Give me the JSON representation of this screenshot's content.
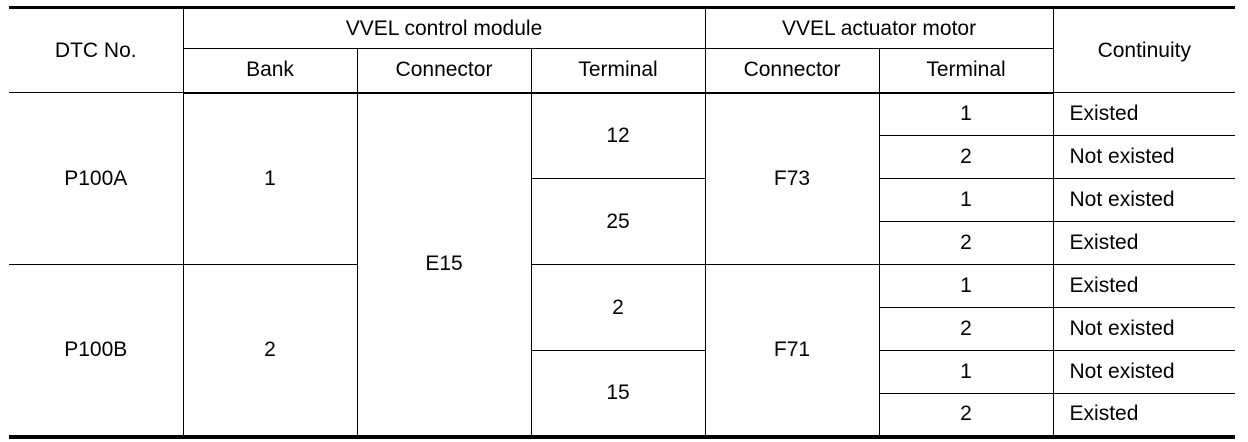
{
  "headers": {
    "dtc_no": "DTC No.",
    "module_group": "VVEL control module",
    "actuator_group": "VVEL actuator motor",
    "continuity": "Continuity",
    "bank": "Bank",
    "module_connector": "Connector",
    "module_terminal": "Terminal",
    "actuator_connector": "Connector",
    "actuator_terminal": "Terminal"
  },
  "module_connector": "E15",
  "groups": [
    {
      "dtc": "P100A",
      "bank": "1",
      "actuator_connector": "F73",
      "module_terminals": [
        {
          "terminal": "12",
          "rows": [
            {
              "terminal": "1",
              "continuity": "Existed"
            },
            {
              "terminal": "2",
              "continuity": "Not existed"
            }
          ]
        },
        {
          "terminal": "25",
          "rows": [
            {
              "terminal": "1",
              "continuity": "Not existed"
            },
            {
              "terminal": "2",
              "continuity": "Existed"
            }
          ]
        }
      ]
    },
    {
      "dtc": "P100B",
      "bank": "2",
      "actuator_connector": "F71",
      "module_terminals": [
        {
          "terminal": "2",
          "rows": [
            {
              "terminal": "1",
              "continuity": "Existed"
            },
            {
              "terminal": "2",
              "continuity": "Not existed"
            }
          ]
        },
        {
          "terminal": "15",
          "rows": [
            {
              "terminal": "1",
              "continuity": "Not existed"
            },
            {
              "terminal": "2",
              "continuity": "Existed"
            }
          ]
        }
      ]
    }
  ]
}
